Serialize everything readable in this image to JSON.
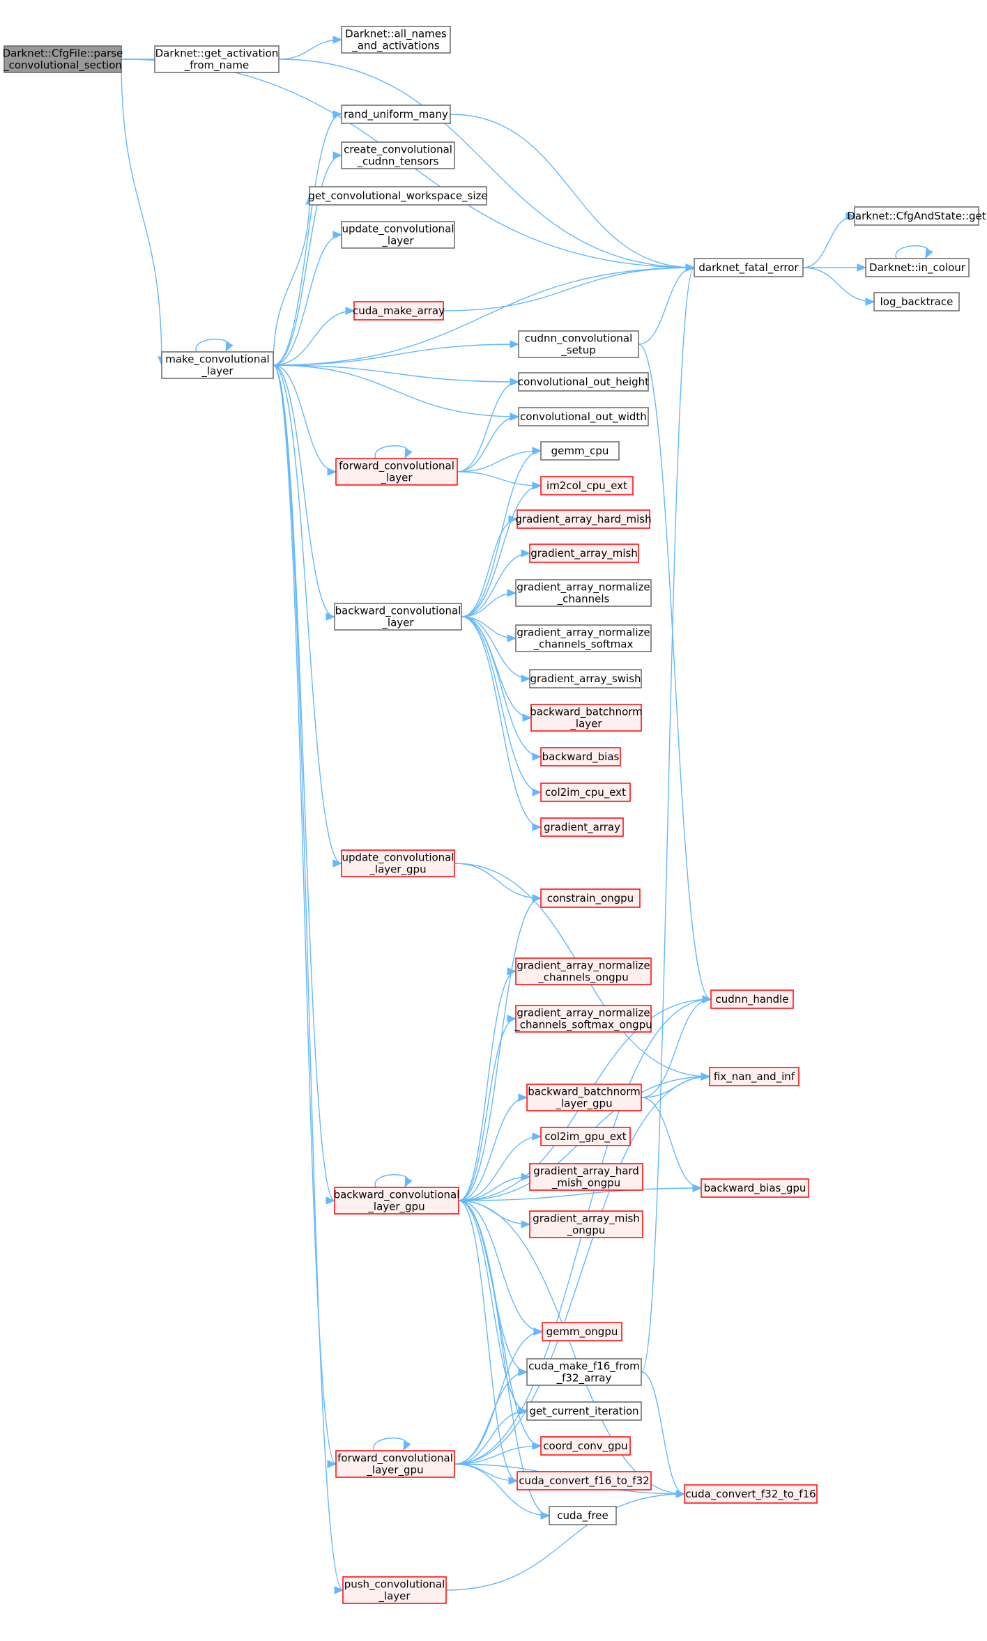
{
  "colors": {
    "root_fill": "#999999",
    "root_border": "#666666",
    "plain_fill": "#ffffff",
    "plain_border": "#666666",
    "red_fill": "#fff0f0",
    "red_border": "#ff0000",
    "edge": "#63b8ff"
  },
  "nodes": [
    {
      "id": "parse",
      "style": "root",
      "lines": [
        "Darknet::CfgFile::parse",
        "_convolutional_section"
      ]
    },
    {
      "id": "getact",
      "style": "plain",
      "lines": [
        "Darknet::get_activation",
        "_from_name"
      ]
    },
    {
      "id": "allnames",
      "style": "plain",
      "lines": [
        "Darknet::all_names",
        "_and_activations"
      ]
    },
    {
      "id": "randu",
      "style": "plain",
      "lines": [
        "rand_uniform_many"
      ]
    },
    {
      "id": "createcudnn",
      "style": "plain",
      "lines": [
        "create_convolutional",
        "_cudnn_tensors"
      ]
    },
    {
      "id": "getws",
      "style": "plain",
      "lines": [
        "get_convolutional_workspace_size"
      ]
    },
    {
      "id": "updconv",
      "style": "plain",
      "lines": [
        "update_convolutional",
        "_layer"
      ]
    },
    {
      "id": "cudamake",
      "style": "red",
      "lines": [
        "cuda_make_array"
      ]
    },
    {
      "id": "makeconv",
      "style": "plain",
      "lines": [
        "make_convolutional",
        "_layer"
      ]
    },
    {
      "id": "fatal",
      "style": "plain",
      "lines": [
        "darknet_fatal_error"
      ]
    },
    {
      "id": "cfgget",
      "style": "plain",
      "lines": [
        "Darknet::CfgAndState::get"
      ]
    },
    {
      "id": "incolour",
      "style": "plain",
      "lines": [
        "Darknet::in_colour"
      ]
    },
    {
      "id": "logbt",
      "style": "plain",
      "lines": [
        "log_backtrace"
      ]
    },
    {
      "id": "cudnnsetup",
      "style": "plain",
      "lines": [
        "cudnn_convolutional",
        "_setup"
      ]
    },
    {
      "id": "outh",
      "style": "plain",
      "lines": [
        "convolutional_out_height"
      ]
    },
    {
      "id": "outw",
      "style": "plain",
      "lines": [
        "convolutional_out_width"
      ]
    },
    {
      "id": "fwdconv",
      "style": "red",
      "lines": [
        "forward_convolutional",
        "_layer"
      ]
    },
    {
      "id": "gemmcpu",
      "style": "plain",
      "lines": [
        "gemm_cpu"
      ]
    },
    {
      "id": "im2col",
      "style": "red",
      "lines": [
        "im2col_cpu_ext"
      ]
    },
    {
      "id": "gahardmish",
      "style": "red",
      "lines": [
        "gradient_array_hard_mish"
      ]
    },
    {
      "id": "gamish",
      "style": "red",
      "lines": [
        "gradient_array_mish"
      ]
    },
    {
      "id": "ganorm",
      "style": "plain",
      "lines": [
        "gradient_array_normalize",
        "_channels"
      ]
    },
    {
      "id": "ganormsm",
      "style": "plain",
      "lines": [
        "gradient_array_normalize",
        "_channels_softmax"
      ]
    },
    {
      "id": "bwdconv",
      "style": "plain",
      "lines": [
        "backward_convolutional",
        "_layer"
      ]
    },
    {
      "id": "gaswish",
      "style": "plain",
      "lines": [
        "gradient_array_swish"
      ]
    },
    {
      "id": "bwdbn",
      "style": "red",
      "lines": [
        "backward_batchnorm",
        "_layer"
      ]
    },
    {
      "id": "bwdbias",
      "style": "red",
      "lines": [
        "backward_bias"
      ]
    },
    {
      "id": "col2im",
      "style": "red",
      "lines": [
        "col2im_cpu_ext"
      ]
    },
    {
      "id": "gradarr",
      "style": "red",
      "lines": [
        "gradient_array"
      ]
    },
    {
      "id": "updgpu",
      "style": "red",
      "lines": [
        "update_convolutional",
        "_layer_gpu"
      ]
    },
    {
      "id": "constrain",
      "style": "red",
      "lines": [
        "constrain_ongpu"
      ]
    },
    {
      "id": "ganormon",
      "style": "red",
      "lines": [
        "gradient_array_normalize",
        "_channels_ongpu"
      ]
    },
    {
      "id": "cudnnh",
      "style": "red",
      "lines": [
        "cudnn_handle"
      ]
    },
    {
      "id": "ganormsmon",
      "style": "red",
      "lines": [
        "gradient_array_normalize",
        "_channels_softmax_ongpu"
      ]
    },
    {
      "id": "fixnan",
      "style": "red",
      "lines": [
        "fix_nan_and_inf"
      ]
    },
    {
      "id": "bwdbngpu",
      "style": "red",
      "lines": [
        "backward_batchnorm",
        "_layer_gpu"
      ]
    },
    {
      "id": "col2imgpu",
      "style": "red",
      "lines": [
        "col2im_gpu_ext"
      ]
    },
    {
      "id": "gahardmishon",
      "style": "red",
      "lines": [
        "gradient_array_hard",
        "_mish_ongpu"
      ]
    },
    {
      "id": "bwdbiasgpu",
      "style": "red",
      "lines": [
        "backward_bias_gpu"
      ]
    },
    {
      "id": "bwdgpu",
      "style": "red",
      "lines": [
        "backward_convolutional",
        "_layer_gpu"
      ]
    },
    {
      "id": "gamishon",
      "style": "red",
      "lines": [
        "gradient_array_mish",
        "_ongpu"
      ]
    },
    {
      "id": "gemmon",
      "style": "red",
      "lines": [
        "gemm_ongpu"
      ]
    },
    {
      "id": "f16from",
      "style": "plain",
      "lines": [
        "cuda_make_f16_from",
        "_f32_array"
      ]
    },
    {
      "id": "getiter",
      "style": "plain",
      "lines": [
        "get_current_iteration"
      ]
    },
    {
      "id": "coord",
      "style": "red",
      "lines": [
        "coord_conv_gpu"
      ]
    },
    {
      "id": "fwdgpu",
      "style": "red",
      "lines": [
        "forward_convolutional",
        "_layer_gpu"
      ]
    },
    {
      "id": "f16to32",
      "style": "red",
      "lines": [
        "cuda_convert_f16_to_f32"
      ]
    },
    {
      "id": "f32to16",
      "style": "red",
      "lines": [
        "cuda_convert_f32_to_f16"
      ]
    },
    {
      "id": "cudafree",
      "style": "plain",
      "lines": [
        "cuda_free"
      ]
    },
    {
      "id": "pushconv",
      "style": "red",
      "lines": [
        "push_convolutional",
        "_layer"
      ]
    }
  ]
}
